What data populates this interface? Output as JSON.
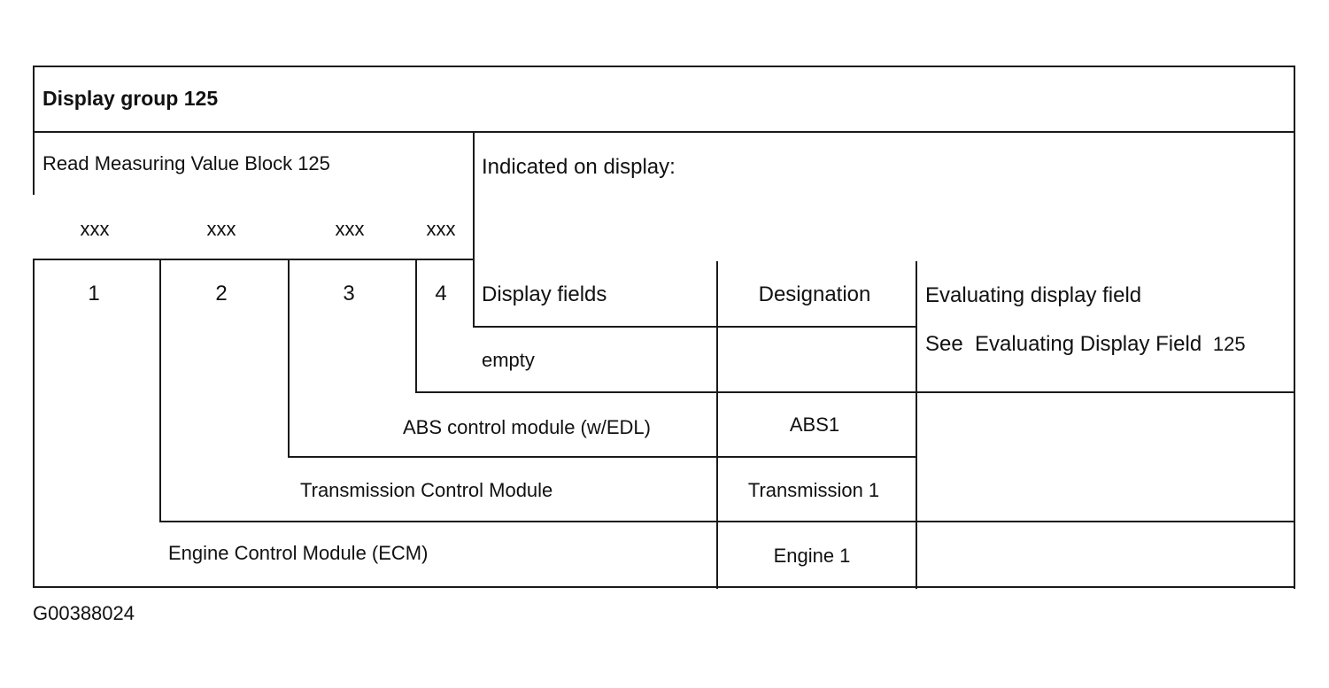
{
  "title": "Display group 125",
  "read_block": "Read Measuring Value Block 125",
  "indicated": "Indicated on display:",
  "placeholders": [
    "xxx",
    "xxx",
    "xxx",
    "xxx"
  ],
  "field_numbers": [
    "1",
    "2",
    "3",
    "4"
  ],
  "headers": {
    "display_fields": "Display fields",
    "designation": "Designation",
    "evaluating": "Evaluating display field"
  },
  "see_ref": "See  Evaluating Display Field",
  "see_ref_num": "125",
  "rows": [
    {
      "field": "empty",
      "designation": ""
    },
    {
      "field": "ABS control module (w/EDL)",
      "designation": "ABS1"
    },
    {
      "field": "Transmission Control Module",
      "designation": "Transmission 1"
    },
    {
      "field": "Engine Control Module (ECM)",
      "designation": "Engine 1"
    }
  ],
  "figure_id": "G00388024"
}
